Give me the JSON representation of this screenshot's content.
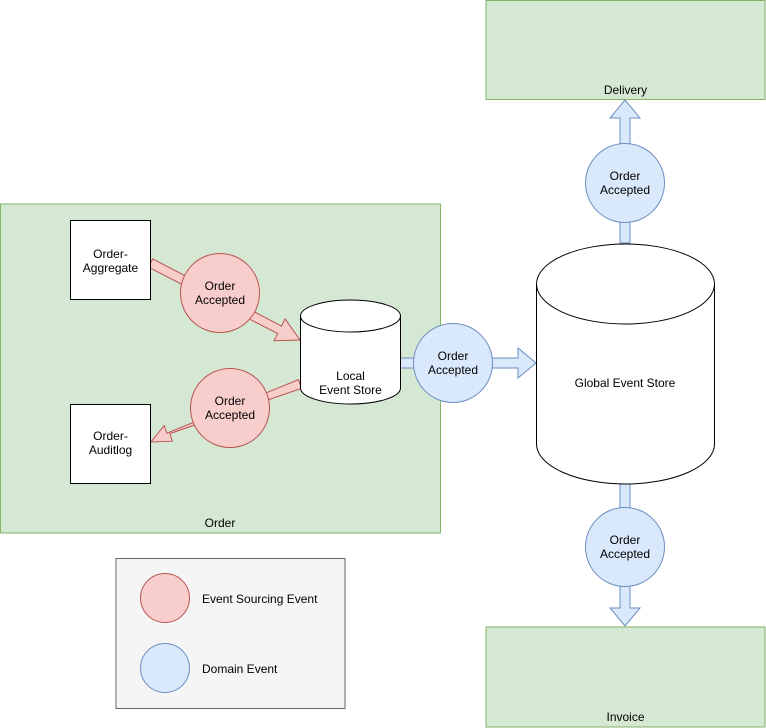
{
  "colors": {
    "container_fill": "#d5e8d4",
    "container_stroke": "#82b366",
    "sourcing_fill": "#f8cecc",
    "sourcing_stroke": "#b85450",
    "domain_fill": "#dae8fc",
    "domain_stroke": "#6c8ebf",
    "legend_fill": "#f5f5f5",
    "legend_stroke": "#666666"
  },
  "containers": {
    "delivery": "Delivery",
    "order": "Order",
    "invoice": "Invoice"
  },
  "boxes": {
    "aggregate": [
      "Order-",
      "Aggregate"
    ],
    "auditlog": [
      "Order-",
      "Auditlog"
    ]
  },
  "stores": {
    "local": [
      "Local",
      "Event Store"
    ],
    "global": "Global Event Store"
  },
  "events": {
    "sourcing_top": [
      "Order",
      "Accepted"
    ],
    "sourcing_bottom": [
      "Order",
      "Accepted"
    ],
    "domain_local": [
      "Order",
      "Accepted"
    ],
    "domain_delivery": [
      "Order",
      "Accepted"
    ],
    "domain_invoice": [
      "Order",
      "Accepted"
    ]
  },
  "legend": {
    "sourcing": "Event Sourcing Event",
    "domain": "Domain Event"
  }
}
